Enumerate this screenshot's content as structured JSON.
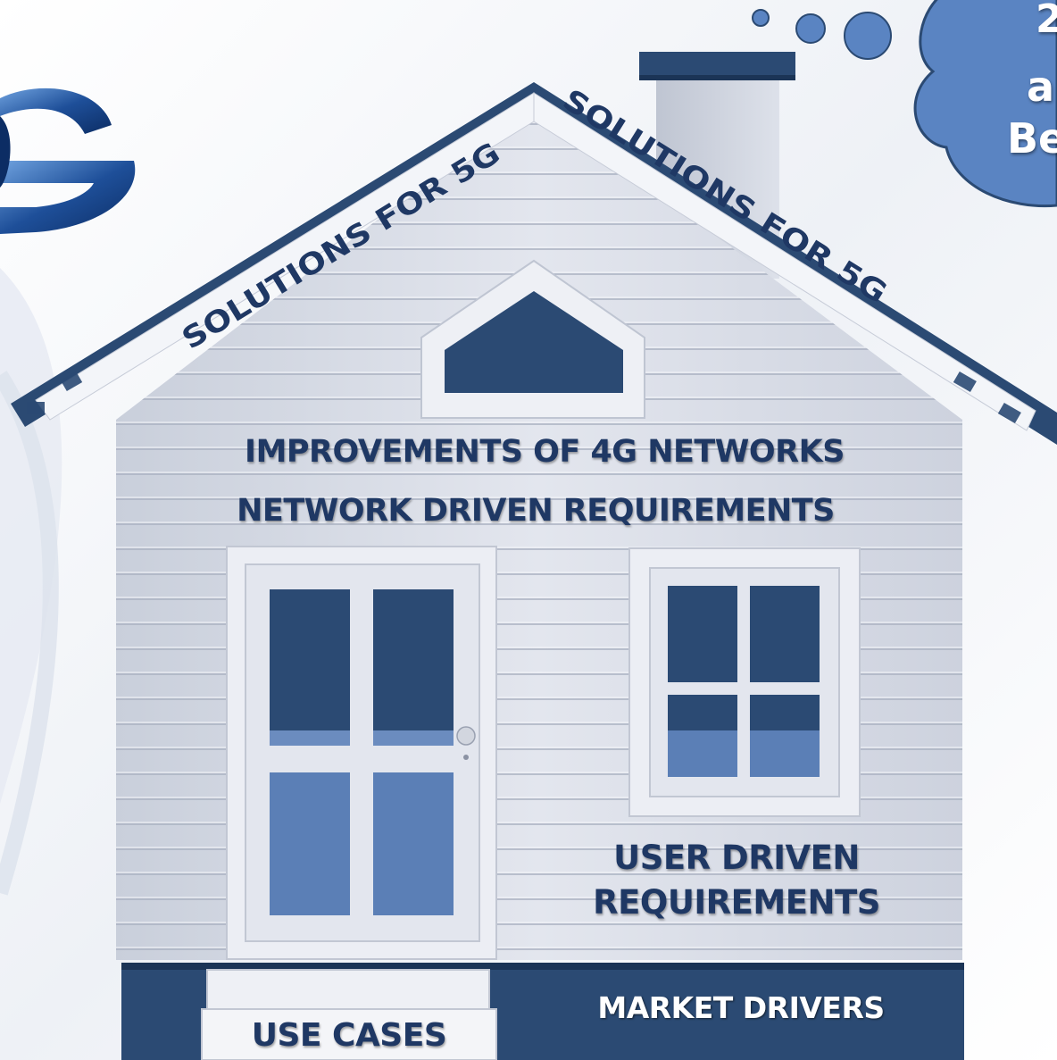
{
  "roof": {
    "left_text": "SOLUTIONS FOR 5G",
    "right_text": "SOLUTIONS FOR 5G"
  },
  "walls": {
    "line1": "IMPROVEMENTS OF 4G NETWORKS",
    "line2": "NETWORK DRIVEN REQUIREMENTS",
    "user_line1": "USER DRIVEN",
    "user_line2": "REQUIREMENTS"
  },
  "foundation": {
    "market": "MARKET DRIVERS",
    "steps": "USE CASES"
  },
  "cloud": {
    "line1": "2",
    "line2": "a",
    "line3": "Be"
  },
  "colors": {
    "navy": "#1f3864",
    "roof": "#2b4a73",
    "siding": "#d9dde7",
    "cloud": "#5a84c2"
  }
}
